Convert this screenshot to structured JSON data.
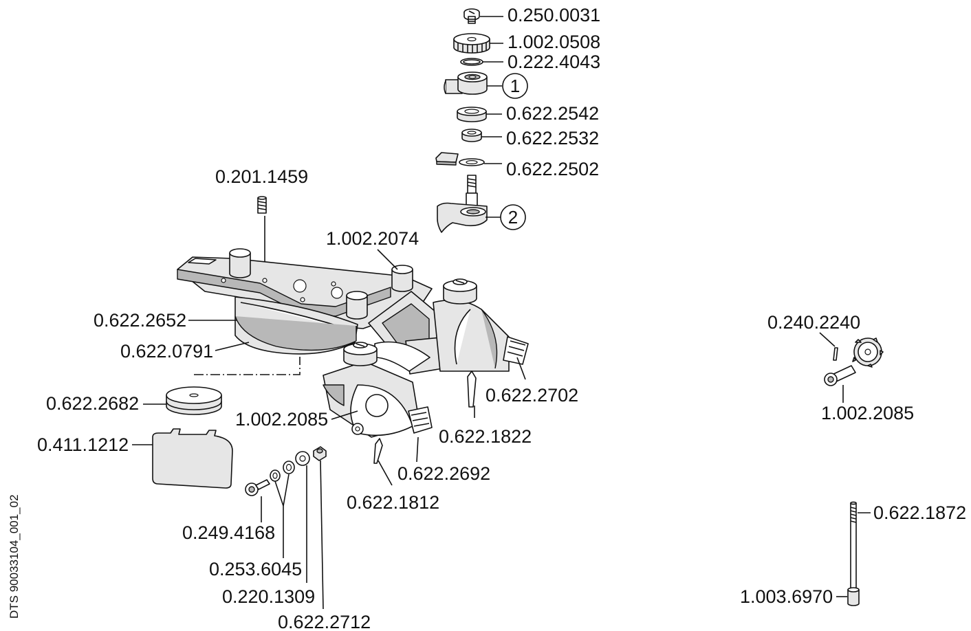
{
  "doc_id": "DTS 90033104_001_02",
  "callouts": {
    "c1": "1",
    "c2": "2"
  },
  "labels": {
    "p_0_250_0031": "0.250.0031",
    "p_1_002_0508": "1.002.0508",
    "p_0_222_4043": "0.222.4043",
    "p_0_622_2542": "0.622.2542",
    "p_0_622_2532": "0.622.2532",
    "p_0_622_2502": "0.622.2502",
    "p_0_201_1459": "0.201.1459",
    "p_1_002_2074": "1.002.2074",
    "p_0_622_2652": "0.622.2652",
    "p_0_622_0791": "0.622.0791",
    "p_0_622_2682": "0.622.2682",
    "p_0_411_1212": "0.411.1212",
    "p_1_002_2085_a": "1.002.2085",
    "p_0_622_2702": "0.622.2702",
    "p_0_622_1822": "0.622.1822",
    "p_0_622_2692": "0.622.2692",
    "p_0_622_1812": "0.622.1812",
    "p_0_249_4168": "0.249.4168",
    "p_0_253_6045": "0.253.6045",
    "p_0_220_1309": "0.220.1309",
    "p_0_622_2712": "0.622.2712",
    "p_0_240_2240": "0.240.2240",
    "p_1_002_2085_b": "1.002.2085",
    "p_0_622_1872": "0.622.1872",
    "p_1_003_6970": "1.003.6970"
  }
}
